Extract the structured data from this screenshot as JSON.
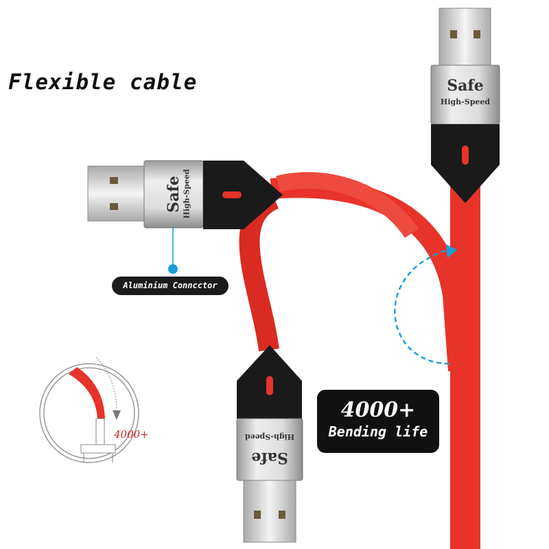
{
  "title": "Flexible cable",
  "connector_label": "Aluminium Conncctor",
  "brand": {
    "name": "Safe",
    "tagline": "High-Speed"
  },
  "bending": {
    "count": "4000+",
    "label": "Bending life"
  },
  "inset": {
    "count": "4000+"
  },
  "colors": {
    "cable": "#e8332a",
    "boot": "#1a1a1a",
    "housing": "#c9c9c9",
    "accent": "#1a9fd9"
  }
}
